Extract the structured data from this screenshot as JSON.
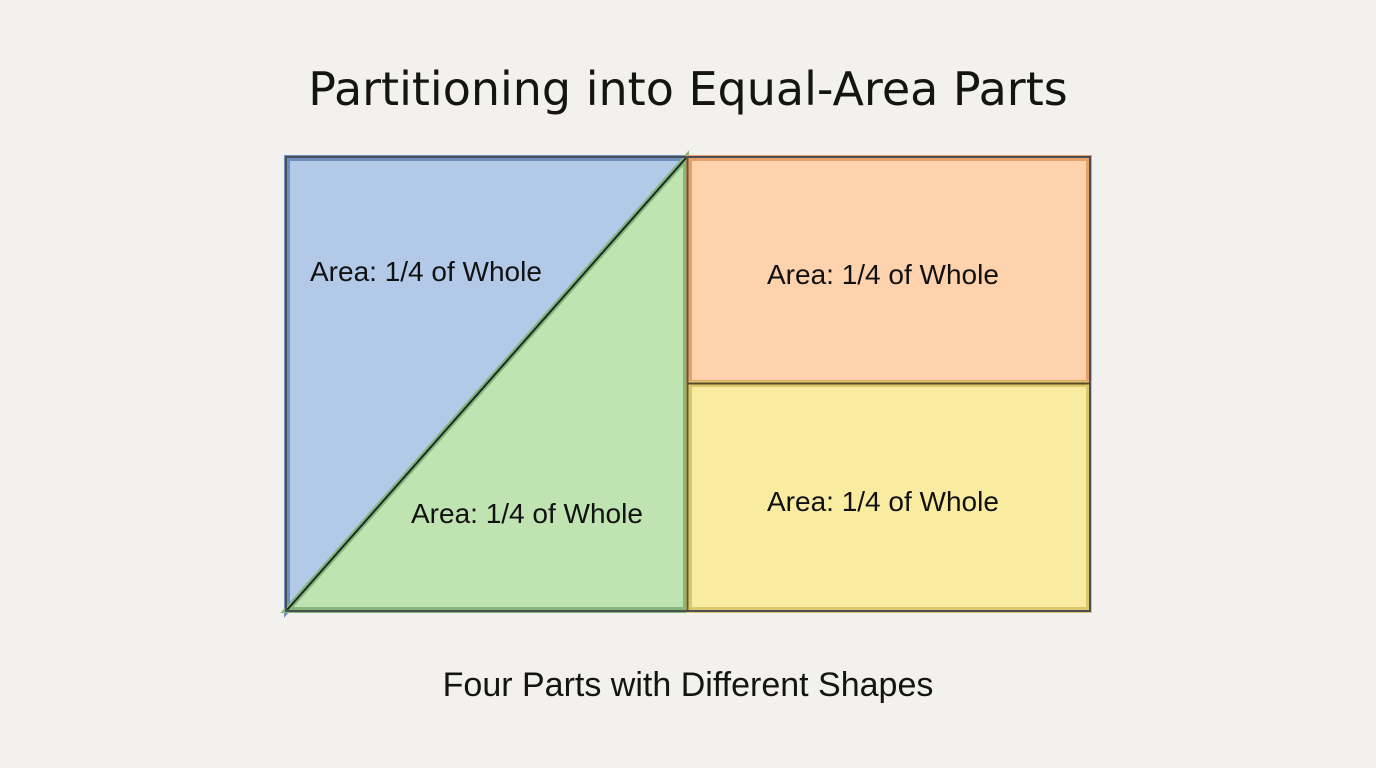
{
  "title": "Partitioning into Equal-Area Parts",
  "caption": "Four Parts with Different Shapes",
  "parts": [
    {
      "id": "blue-triangle",
      "label": "Area: 1/4 of Whole",
      "fill": "#b2c9e8",
      "stroke": "#6f8fbf"
    },
    {
      "id": "green-triangle",
      "label": "Area: 1/4 of Whole",
      "fill": "#bfe3b1",
      "stroke": "#86b879"
    },
    {
      "id": "orange-rectangle",
      "label": "Area: 1/4 of Whole",
      "fill": "#fdd2ac",
      "stroke": "#e6a06a"
    },
    {
      "id": "yellow-rectangle",
      "label": "Area: 1/4 of Whole",
      "fill": "#f9eca0",
      "stroke": "#dcc86a"
    }
  ],
  "colors": {
    "background": "#f2f1ed",
    "outline": "#4a4a4a",
    "text": "#111111"
  }
}
